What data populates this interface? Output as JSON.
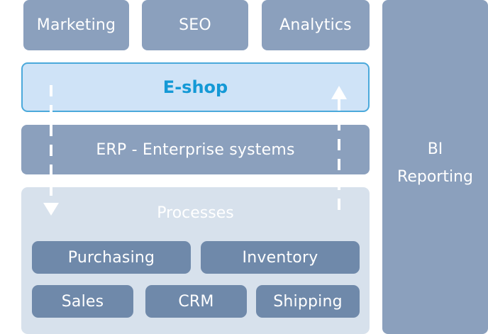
{
  "top_boxes": {
    "marketing": "Marketing",
    "seo": "SEO",
    "analytics": "Analytics"
  },
  "eshop": "E-shop",
  "erp": "ERP - Enterprise systems",
  "bi": {
    "line1": "BI",
    "line2": "Reporting"
  },
  "processes": {
    "title": "Processes",
    "items": [
      "Purchasing",
      "Inventory",
      "Sales",
      "CRM",
      "Shipping"
    ]
  },
  "colors": {
    "dark_box": "#8ba0bd",
    "process_button": "#6f89aa",
    "eshop_fill": "#cfe3f7",
    "eshop_accent": "#1499d6",
    "processes_panel": "#d7e1ec"
  }
}
